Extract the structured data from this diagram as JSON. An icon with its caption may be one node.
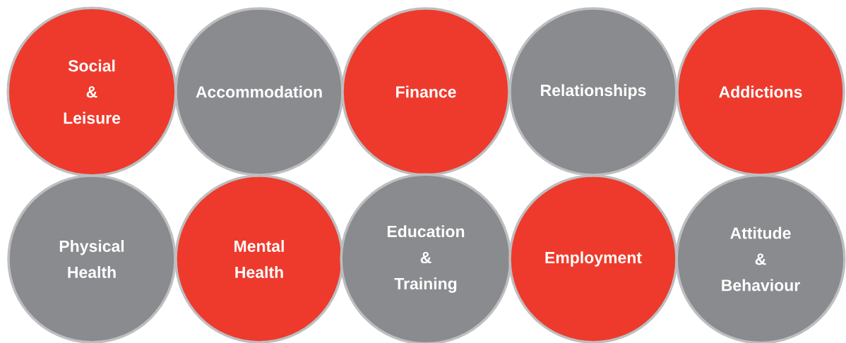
{
  "diagram": {
    "nodes": [
      {
        "text": [
          "Social & Leisure"
        ]
      },
      {
        "text": [
          "Accommodation"
        ]
      },
      {
        "text": [
          "Finance"
        ]
      },
      {
        "text": [
          "Relationships"
        ]
      },
      {
        "text": [
          "Addictions"
        ]
      },
      {
        "text": [
          "Physical Health"
        ]
      },
      {
        "text": [
          "Mental Health"
        ]
      },
      {
        "text": [
          "Education & Training"
        ]
      },
      {
        "text": [
          "Employment"
        ]
      },
      {
        "text": [
          "Attitude & Behaviour"
        ]
      }
    ]
  }
}
